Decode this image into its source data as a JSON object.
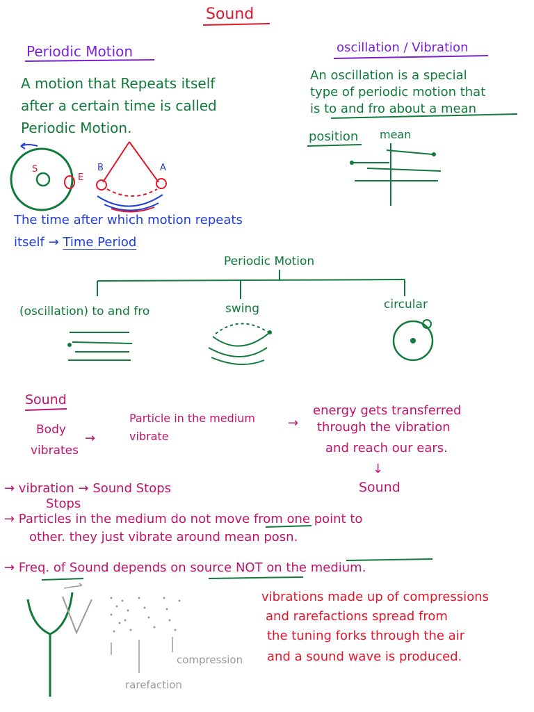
{
  "title": "Sound",
  "periodic_motion": {
    "heading": "Periodic Motion",
    "line1": "A motion that Repeats itself",
    "line2": "after a certain time is called",
    "line3": "Periodic Motion.",
    "label_s": "S",
    "label_e": "E",
    "label_b": "B",
    "label_a": "A",
    "time_line1": "The time after which motion repeats",
    "time_line2_prefix": "itself →",
    "time_line2_term": "Time Period"
  },
  "oscillation": {
    "heading": "oscillation / Vibration",
    "line1": "An oscillation is a special",
    "line2": "type of periodic motion that",
    "line3_prefix": "is",
    "line3_term": "to and fro about a mean",
    "line4_term": "position",
    "mean_label": "mean"
  },
  "tree": {
    "root": "Periodic Motion",
    "branch1": "(oscillation) to and fro",
    "branch2": "swing",
    "branch3": "circular"
  },
  "sound": {
    "heading": "Sound",
    "body1": "Body",
    "body2": "vibrates",
    "arrow1": "→",
    "particle1": "Particle in the medium",
    "particle2": "vibrate",
    "arrow2": "→",
    "energy1": "energy gets transferred",
    "energy2": "through the vibration",
    "energy3": "and reach our ears.",
    "down_arrow": "↓",
    "result": "Sound",
    "point1_a": "→ vibration →  Sound Stops",
    "point1_b": "Stops",
    "point2_a": "→ Particles in the medium",
    "point2_do_not": "do not",
    "point2_b": "move from one point to",
    "point2_c": "other. they just vibrate around mean posn.",
    "point3_a": "→",
    "point3_freq": "Freq.",
    "point3_b": "of Sound",
    "point3_depends": "depends on source",
    "point3_not": "NOT on the",
    "point3_c": "medium."
  },
  "tuning_fork": {
    "compression": "compression",
    "rarefaction": "rarefaction",
    "note1": "vibrations made up of compressions",
    "note2": "and rarefactions spread from",
    "note3": "the tuning forks through the air",
    "note4": "and a sound wave is produced."
  }
}
